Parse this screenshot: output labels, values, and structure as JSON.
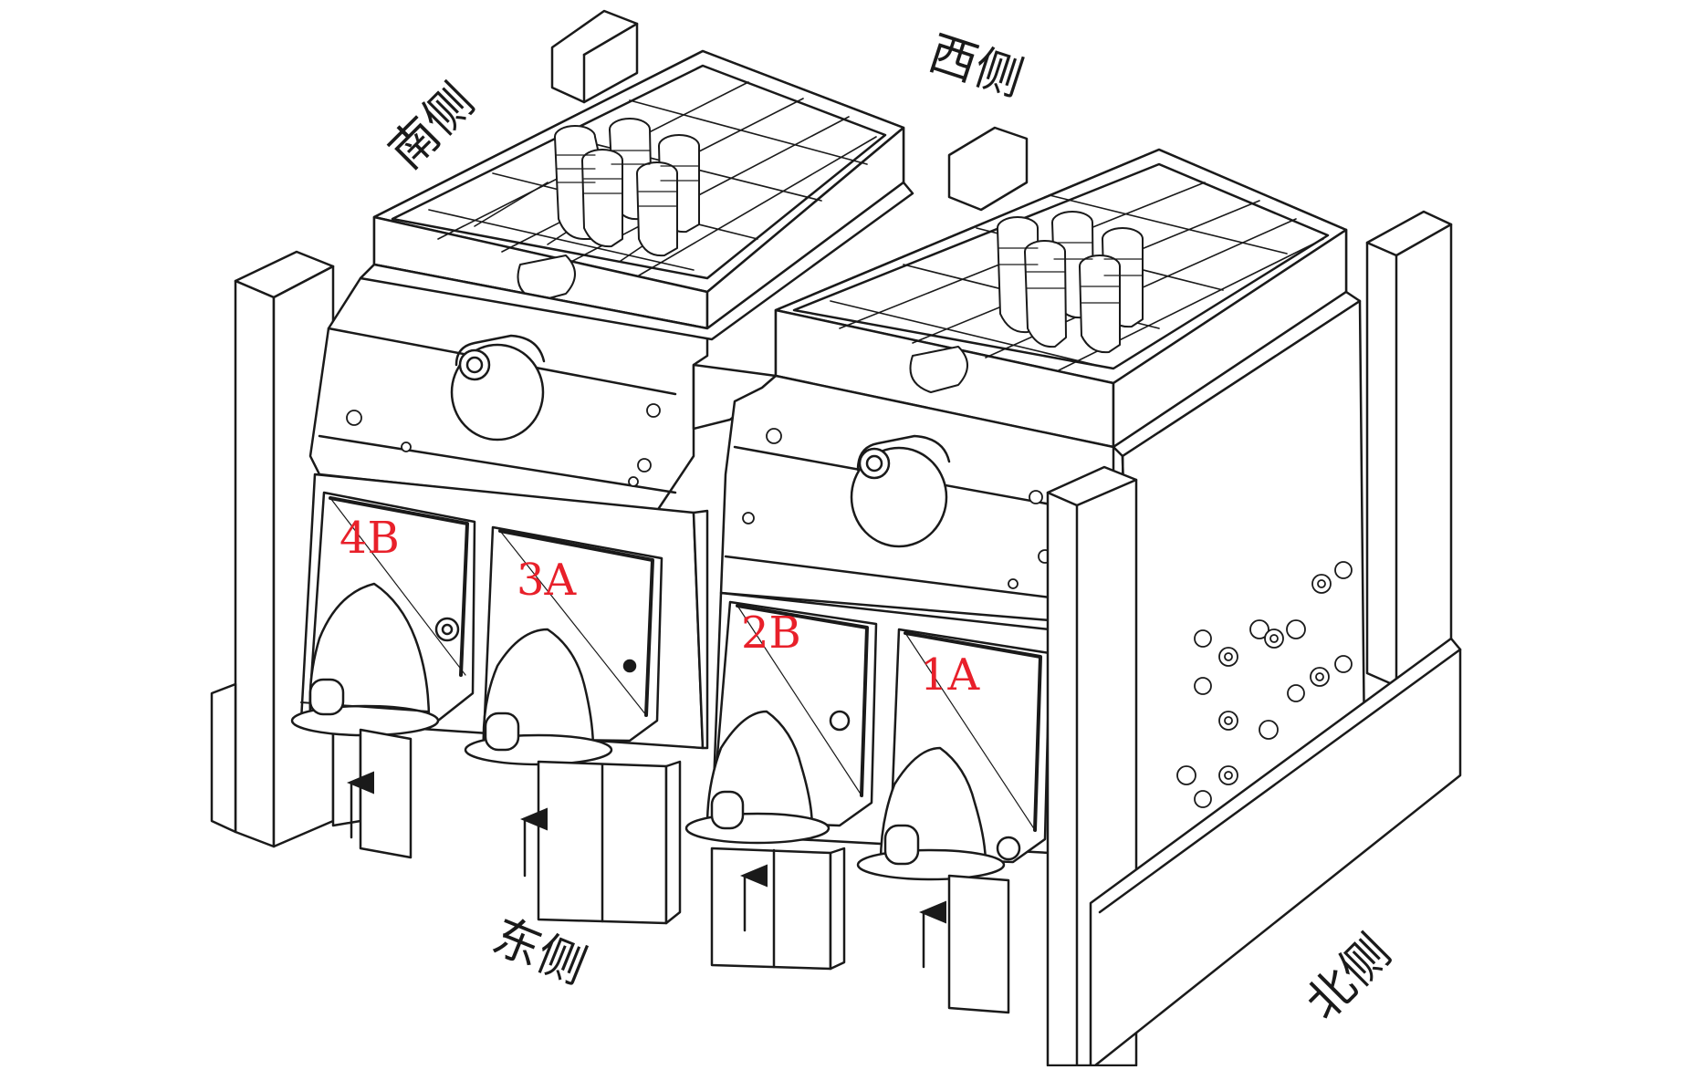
{
  "side_labels": {
    "south": "南侧",
    "west": "西侧",
    "east": "东侧",
    "north": "北侧"
  },
  "unit_labels": {
    "u4b": "4B",
    "u3a": "3A",
    "u2b": "2B",
    "u1a": "1A"
  },
  "colors": {
    "line": "#1a1a1a",
    "unit_label": "#e8202a",
    "background": "#ffffff"
  }
}
